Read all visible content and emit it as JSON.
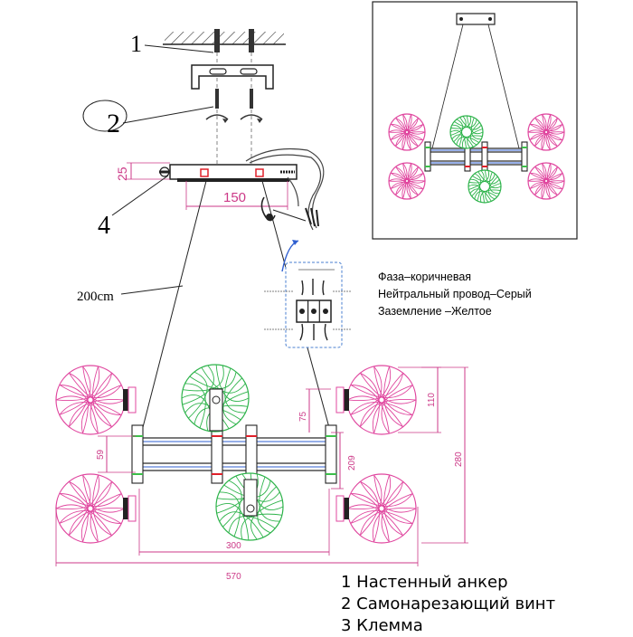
{
  "labels": {
    "callout_1": "1",
    "callout_2": "2",
    "callout_4": "4",
    "cable_length": "200cm",
    "canopy_height": "25",
    "canopy_width": "150"
  },
  "dimensions": {
    "overall_width": "570",
    "frame_width": "300",
    "frame_height": "209",
    "total_height": "280",
    "globe_height": "110",
    "globe_offset": "75",
    "bar_gap": "59"
  },
  "wiring": {
    "phase": "Фаза–коричневая",
    "neutral": "Нейтральный провод–Серый",
    "ground": "Заземление –Желтое"
  },
  "legend": [
    "1 Настенный анкер",
    "2 Самонарезающий винт",
    "3 Клемма"
  ],
  "colors": {
    "line": "#222222",
    "dimension": "#cc3a88",
    "globe_pink": "#e0479f",
    "globe_green": "#2db34a",
    "accent_red": "#e0202a",
    "accent_green": "#3cbf4a",
    "accent_blue": "#2f5fd0"
  },
  "icons": [
    "ceiling-hatch-icon",
    "anchor-screw-icon",
    "rotate-arrow-icon",
    "wire-connector-icon"
  ]
}
